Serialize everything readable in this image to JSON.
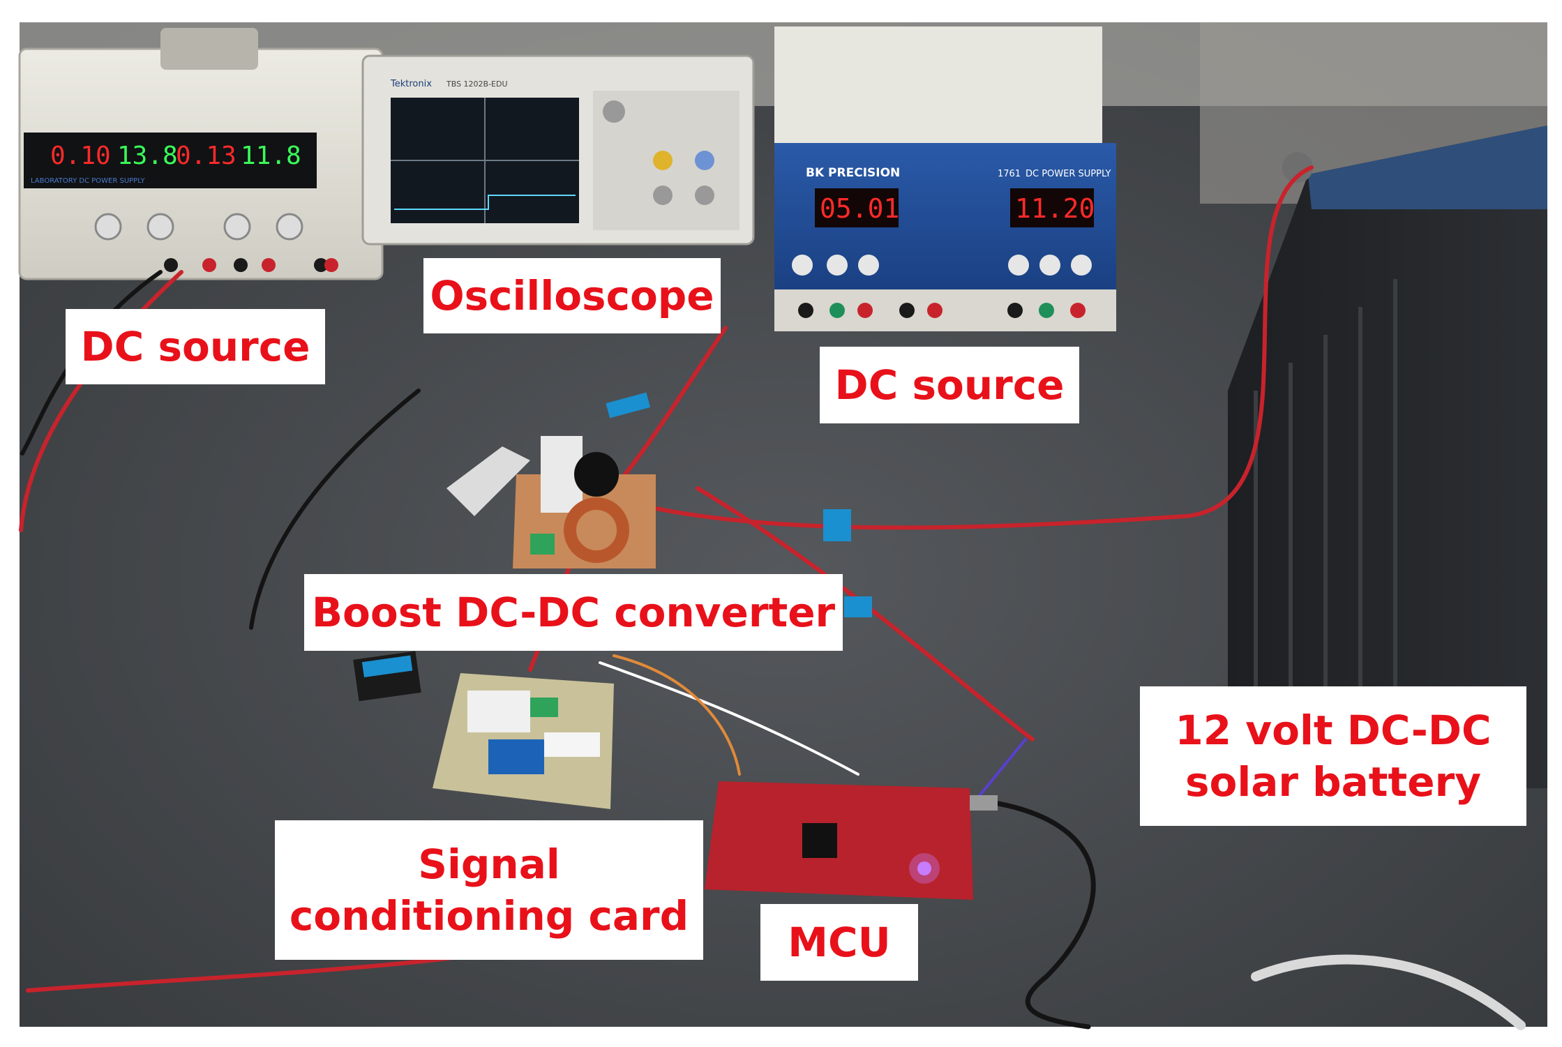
{
  "labels": {
    "dc_source_left": "DC source",
    "oscilloscope": "Oscilloscope",
    "dc_source_right": "DC source",
    "boost_converter": "Boost DC-DC converter",
    "battery_line1": "12 volt DC-DC",
    "battery_line2": "solar battery",
    "signal_card_line1": "Signal",
    "signal_card_line2": "conditioning card",
    "mcu": "MCU"
  },
  "instruments": {
    "left_supply": {
      "readouts": [
        "0.10",
        "13.8",
        "0.13",
        "11.8"
      ],
      "panel_text": "LABORATORY DC POWER SUPPLY"
    },
    "oscilloscope": {
      "brand": "Tektronix",
      "model": "TBS 1202B-EDU"
    },
    "bk_supply": {
      "brand": "BK PRECISION",
      "model": "1761",
      "title": "DC POWER SUPPLY",
      "readout_left": "05.01",
      "readout_right": "11.20"
    }
  },
  "colors": {
    "label_text": "#e8111a",
    "label_bg": "#ffffff",
    "bench": "#474a4e",
    "wire_red": "#c8232c",
    "wire_black": "#141414",
    "pcb_red": "#b8222c",
    "bk_panel": "#1f4a93",
    "led_red": "#ff2a2a",
    "led_green": "#39ff5a"
  }
}
